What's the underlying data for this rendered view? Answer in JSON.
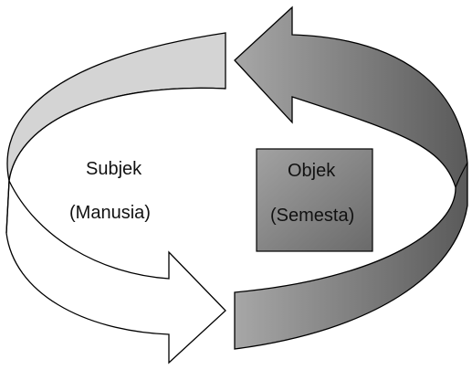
{
  "left_arrow": {
    "label_line1": "Subjek",
    "label_line2": "(Manusia)"
  },
  "right_arrow": {
    "label_line1": "Objek",
    "label_line2": "(Semesta)"
  },
  "colors": {
    "left_arrow_top": "#d4d4d4",
    "left_arrow_bottom": "#ffffff",
    "right_arrow_light": "#a6a6a6",
    "right_arrow_dark": "#5a5a5a",
    "box_light": "#9a9a9a",
    "box_dark": "#6e6e6e",
    "outline": "#000000"
  }
}
